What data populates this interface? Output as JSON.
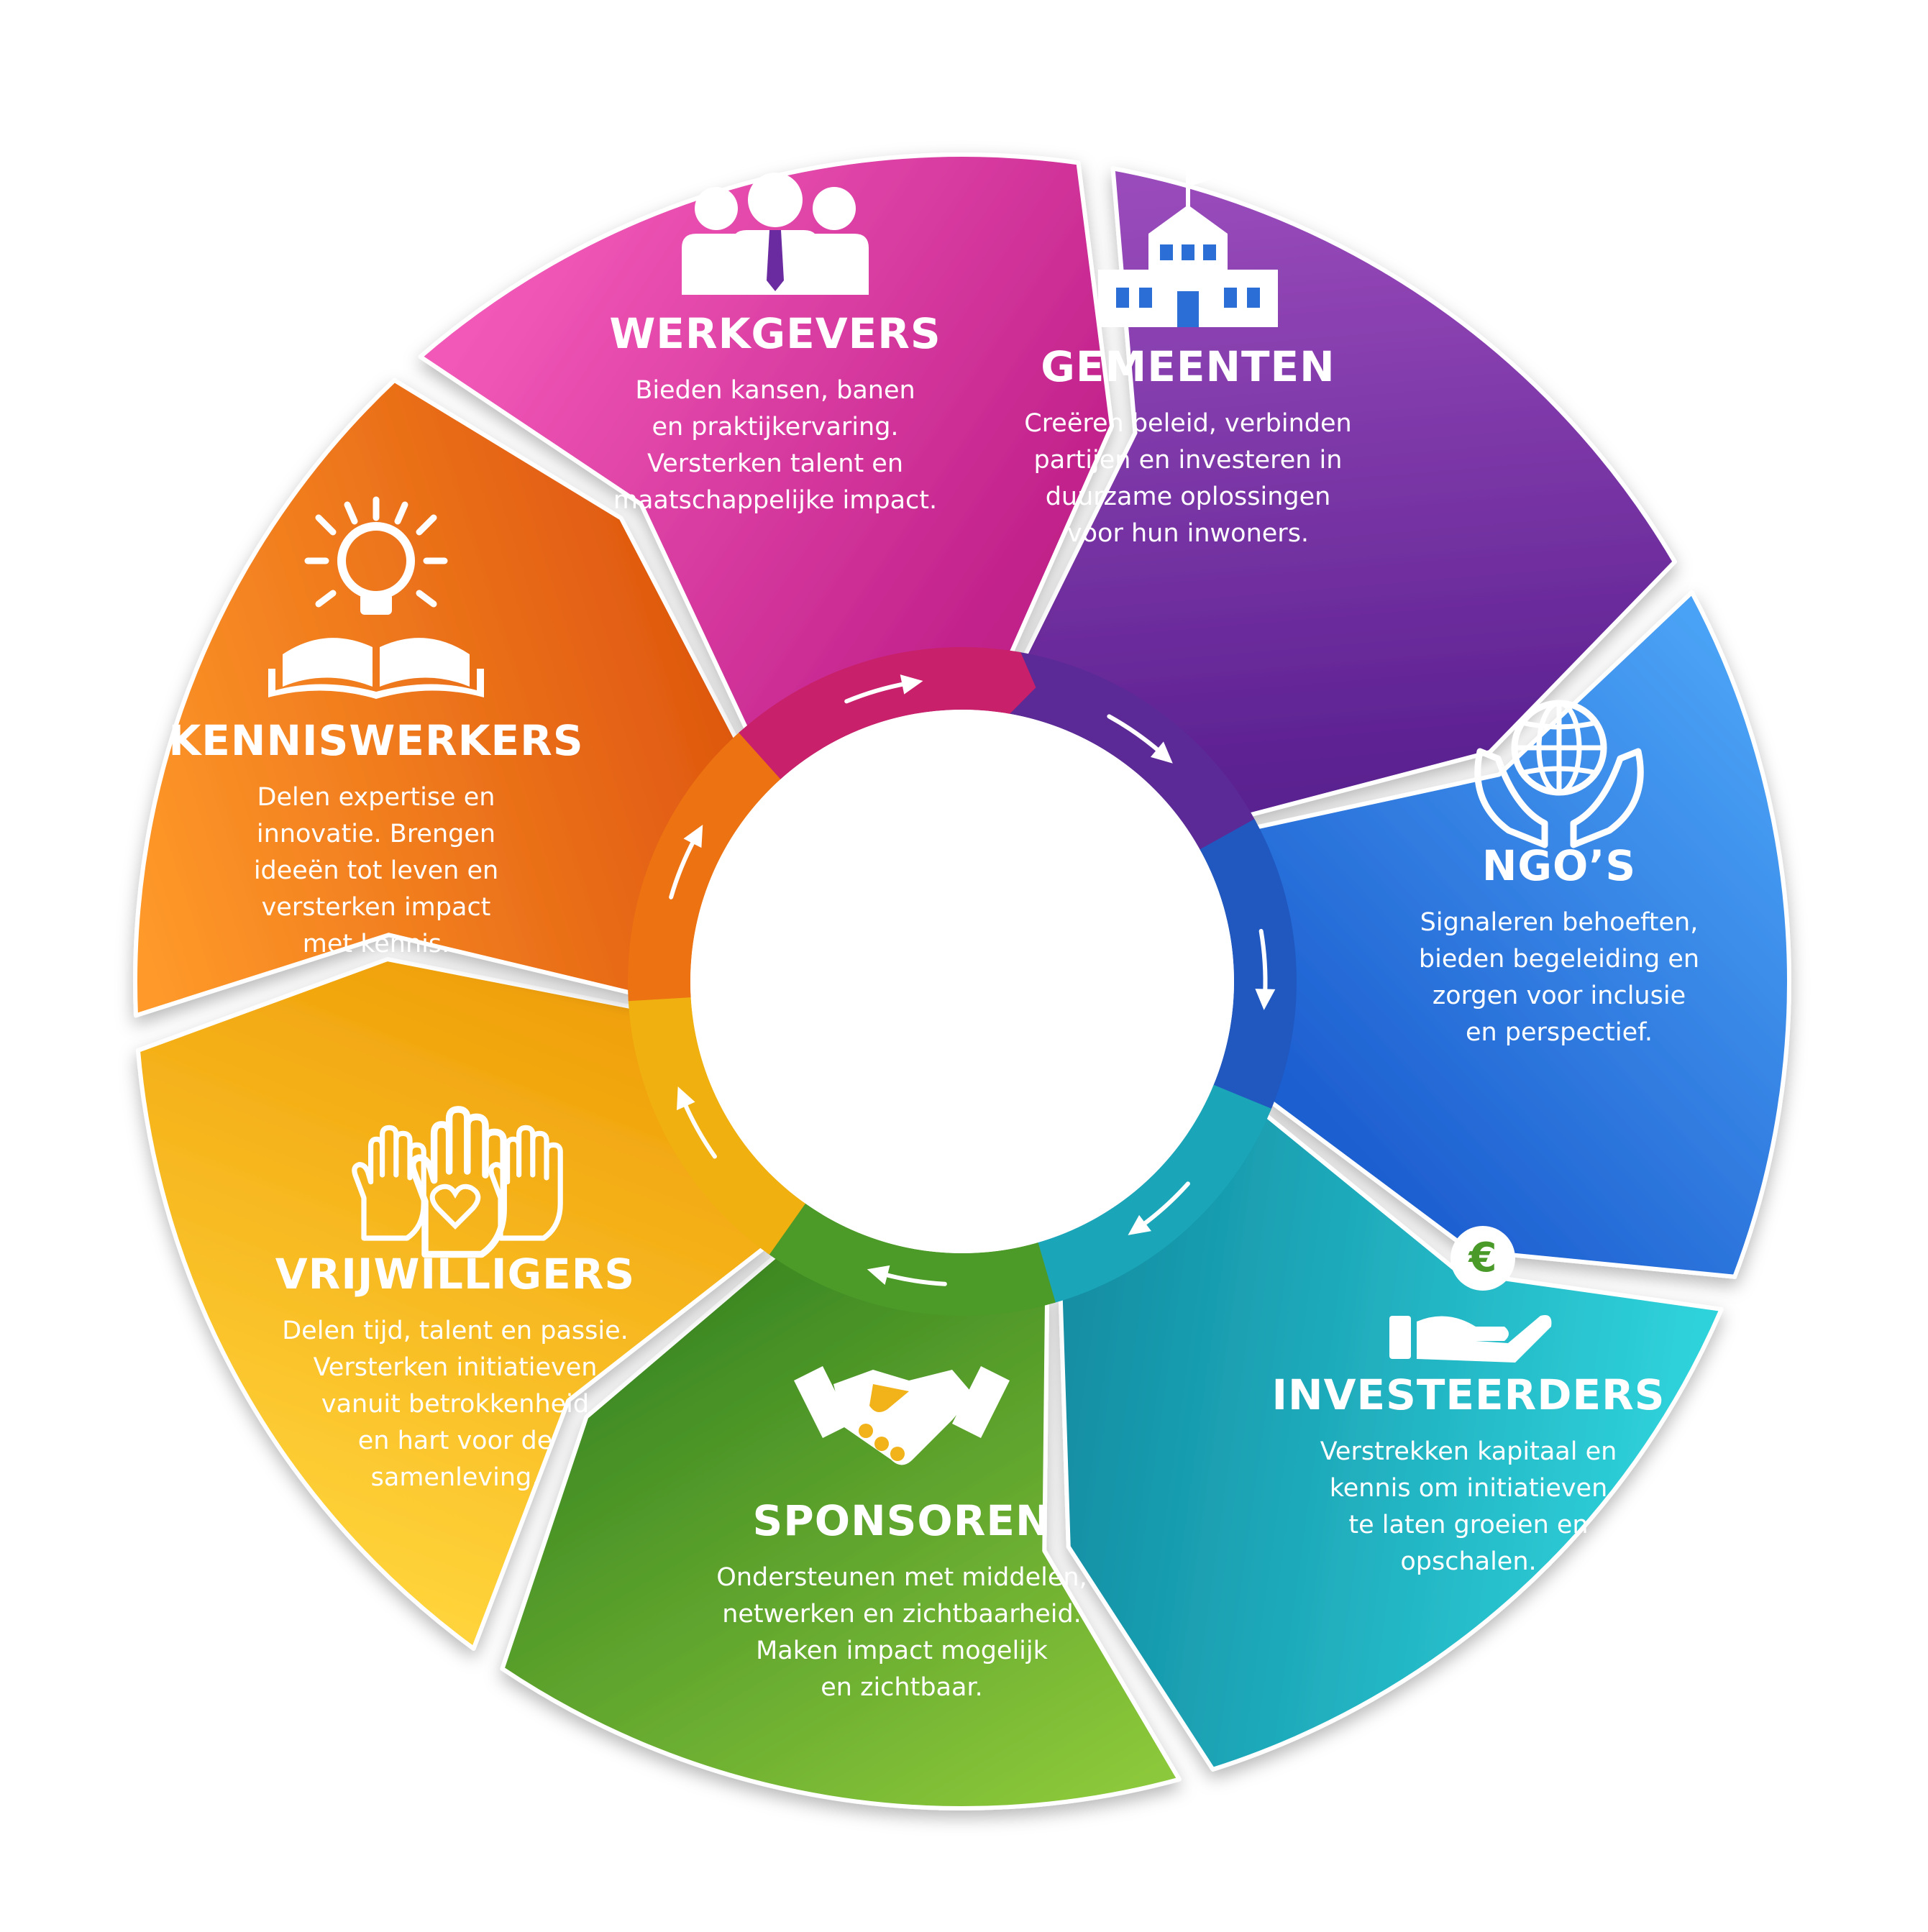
{
  "segments": [
    {
      "id": "werkgevers",
      "title": "WERKGEVERS",
      "lines": [
        "Bieden kansen, banen",
        "en praktijkervaring.",
        "Versterken talent en",
        "maatschappelijke impact."
      ],
      "icon": "people-tie-icon",
      "colors": {
        "light": "#9a4bbb",
        "dark": "#5a2090",
        "ring": "#5b2a96"
      }
    },
    {
      "id": "gemeenten",
      "title": "GEMEENTEN",
      "lines": [
        "Creëren beleid, verbinden",
        "partijen en investeren in",
        "duurzame oplossingen",
        "voor hun inwoners."
      ],
      "icon": "town-hall-icon",
      "colors": {
        "light": "#4aa2f5",
        "dark": "#1d5ed0",
        "ring": "#2058c0"
      }
    },
    {
      "id": "ngos",
      "title": "NGO’S",
      "lines": [
        "Signaleren behoeften,",
        "bieden begeleiding en",
        "zorgen voor inclusie",
        "en perspectief."
      ],
      "icon": "globe-hands-icon",
      "colors": {
        "light": "#2fd2db",
        "dark": "#138fa4",
        "ring": "#1aa6b8"
      }
    },
    {
      "id": "investeerders",
      "title": "INVESTEERDERS",
      "lines": [
        "Verstrekken kapitaal en",
        "kennis om initiatieven",
        "te laten groeien en",
        "opschalen."
      ],
      "icon": "euro-coin-hand-icon",
      "colors": {
        "light": "#8cc83a",
        "dark": "#3f8b24",
        "ring": "#4c9a28"
      }
    },
    {
      "id": "sponsoren",
      "title": "SPONSOREN",
      "lines": [
        "Ondersteunen met middelen,",
        "netwerken en zichtbaarheid.",
        "Maken impact mogelijk",
        "en zichtbaar."
      ],
      "icon": "handshake-icon",
      "colors": {
        "light": "#ffd33a",
        "dark": "#f0a10a",
        "ring": "#f0b010"
      }
    },
    {
      "id": "vrijwilligers",
      "title": "VRIJWILLIGERS",
      "lines": [
        "Delen tijd, talent en passie.",
        "Versterken initiatieven",
        "vanuit betrokkenheid",
        "en hart voor de",
        "samenleving."
      ],
      "icon": "raised-hands-heart-icon",
      "colors": {
        "light": "#ff9a2a",
        "dark": "#e05a10",
        "ring": "#ec7212"
      }
    },
    {
      "id": "kenniswerkers",
      "title": "KENNISWERKERS",
      "lines": [
        "Delen expertise en",
        "innovatie. Brengen",
        "ideeën tot leven en",
        "versterken impact",
        "met kennis."
      ],
      "icon": "lightbulb-book-icon",
      "colors": {
        "light": "#f259b8",
        "dark": "#c0208a",
        "ring": "#c8206a"
      }
    }
  ]
}
